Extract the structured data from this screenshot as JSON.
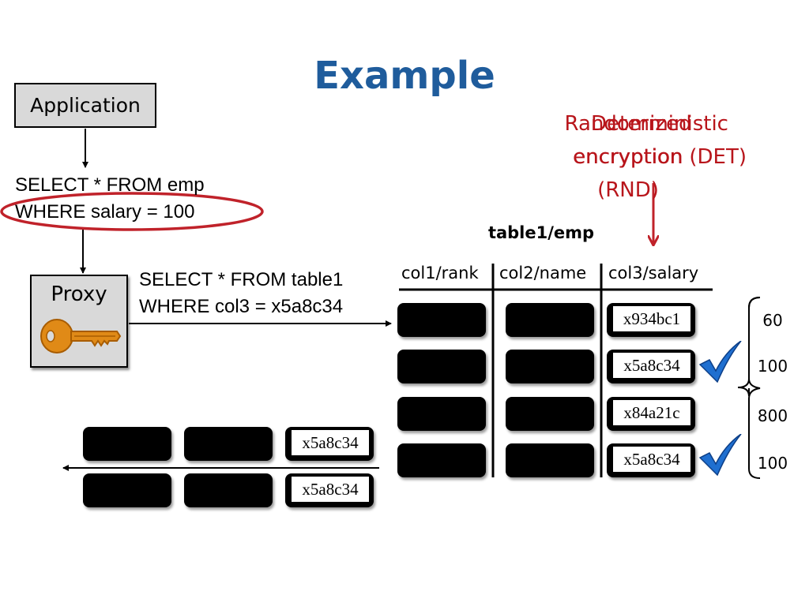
{
  "title": "Example",
  "application_label": "Application",
  "query_plain": [
    "SELECT * FROM emp",
    "WHERE salary = 100"
  ],
  "proxy_label": "Proxy",
  "query_encrypted": [
    "SELECT * FROM table1",
    "WHERE col3 = x5a8c34"
  ],
  "encryption_labels": {
    "rnd": [
      "Randomized encryption",
      "(RND)"
    ],
    "det": [
      "Deterministic",
      "encryption (DET)"
    ]
  },
  "table_title": "table1/emp",
  "columns": [
    "col1/rank",
    "col2/name",
    "col3/salary"
  ],
  "salary_ciphertexts": [
    "x934bc1",
    "x5a8c34",
    "x84a21c",
    "x5a8c34"
  ],
  "plain_values": [
    "60",
    "100",
    "800",
    "100"
  ],
  "matched_rows": [
    false,
    true,
    false,
    true
  ],
  "result_ciphertexts": [
    "x5a8c34",
    "x5a8c34"
  ],
  "colors": {
    "title": "#1f5c9c",
    "highlight": "#c0222a",
    "check": "#1f6fd0"
  },
  "icons": [
    "key-icon",
    "checkmark-icon"
  ]
}
